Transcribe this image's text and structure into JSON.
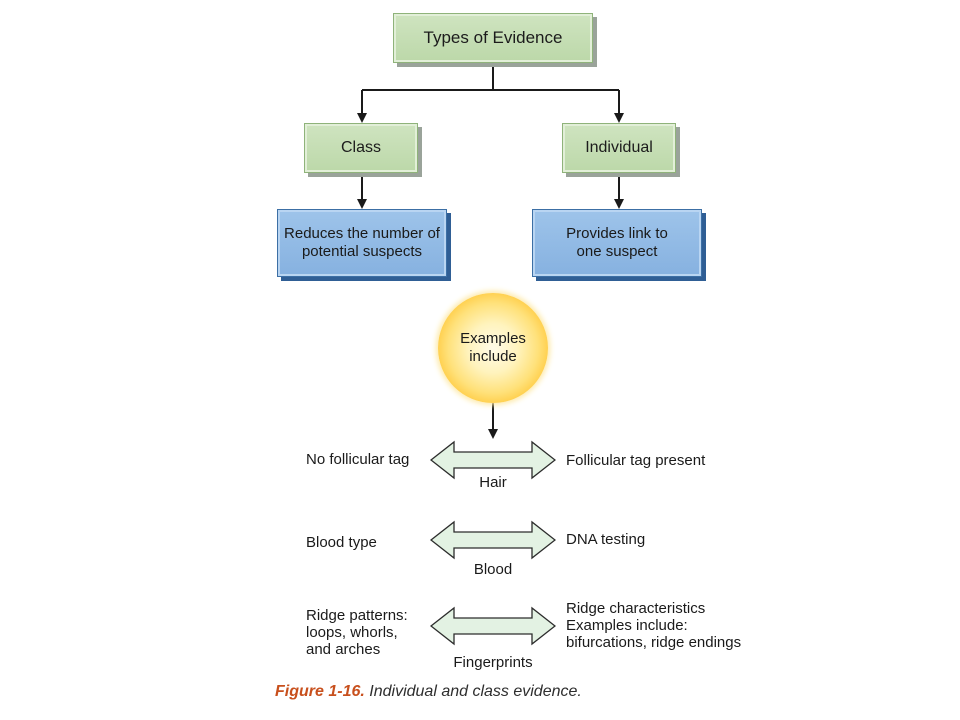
{
  "diagram": {
    "title": "Types of Evidence",
    "categories": [
      {
        "label": "Class",
        "description": "Reduces the number of potential suspects"
      },
      {
        "label": "Individual",
        "description": "Provides link to one suspect"
      }
    ],
    "hub": "Examples include",
    "examples": [
      {
        "name": "Hair",
        "class_text": "No follicular tag",
        "individual_text": "Follicular tag present"
      },
      {
        "name": "Blood",
        "class_text": "Blood type",
        "individual_text": "DNA testing"
      },
      {
        "name": "Fingerprints",
        "class_text": "Ridge patterns:\nloops, whorls,\nand arches",
        "individual_text": "Ridge characteristics\nExamples include:\nbifurcations, ridge endings"
      }
    ]
  },
  "caption": {
    "figure_label": "Figure 1-16.",
    "text": "Individual and class evidence."
  },
  "colors": {
    "green_box": "#c5ddb3",
    "blue_box": "#8fb9e4",
    "arrow_fill": "#e3f2e3",
    "caption_label": "#c8501d"
  }
}
